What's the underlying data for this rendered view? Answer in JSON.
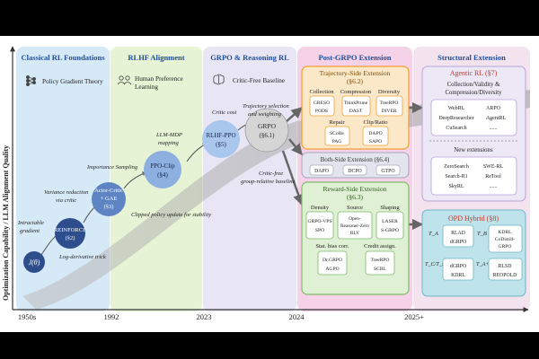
{
  "y_axis_label": "Optimization Capability / LLM Alignment Quality",
  "timeline": [
    "1950s",
    "1992",
    "2023",
    "2024",
    "2025+"
  ],
  "stages": [
    {
      "title": "Classical RL Foundations",
      "subtitle": "Policy Gradient Theory",
      "icon": "network-icon",
      "color": "#d6e9f7"
    },
    {
      "title": "RLHF Alignment",
      "subtitle_lines": [
        "Human Preference",
        "Learning"
      ],
      "icon": "people-icon",
      "color": "#e6f3d4"
    },
    {
      "title": "GRPO & Reasoning RL",
      "subtitle": "Critic-Free Baseline",
      "icon": "brain-icon",
      "color": "#e8e6f5"
    },
    {
      "title": "Post-GRPO Extension",
      "color": "#f6d2e8"
    },
    {
      "title": "Structural Extension",
      "color": "#f3e3ef"
    }
  ],
  "nodes": {
    "j_theta": "J(θ)",
    "reinforce": [
      "REINFORCE",
      "(§2)"
    ],
    "actor_critic": [
      "Actor-Critic",
      "+ GAE",
      "(§3)"
    ],
    "ppo_clip": [
      "PPO-Clip",
      "(§4)"
    ],
    "rlhf_ppo": [
      "RLHF-PPO",
      "(§5)"
    ],
    "grpo": [
      "GRPO",
      "(§6.1)"
    ]
  },
  "annotations": {
    "intractable": [
      "Intractable",
      "gradient"
    ],
    "log_derivative": "Log-derivative trick",
    "variance": [
      "Variance reduction",
      "via critic"
    ],
    "importance": "Importance Sampling",
    "clipped": "Clipped policy update for stability",
    "llm_mdp": [
      "LLM-MDP",
      "mapping"
    ],
    "critic_cost": "Critic cost",
    "traj_selection": [
      "Trajectory selection",
      "and weighting"
    ],
    "critic_free": [
      "Critic-free",
      "group-relative baseline"
    ]
  },
  "trajectory": {
    "title": [
      "Trajectory-Side Extension",
      "(§6.2)"
    ],
    "headers": [
      "Collection",
      "Compression",
      "Diversity",
      "Repair",
      "Clip/Ratio"
    ],
    "items": [
      [
        "GRESO",
        "PODS"
      ],
      [
        "ThinkPrune",
        "DAST"
      ],
      [
        "TreeRPO",
        "DIVER"
      ],
      [
        "SCoRe",
        "PAG"
      ],
      [
        "DAPO",
        "SAPO"
      ]
    ]
  },
  "both_side": {
    "title": "Both-Side Extension (§6.4)",
    "items": [
      "DAPO",
      "DCPO",
      "GTPO"
    ]
  },
  "reward_side": {
    "title": [
      "Reward-Side Extension",
      "(§6.3)"
    ],
    "headers": [
      "Density",
      "Source",
      "Shaping",
      "Stat. bias corr.",
      "Credit assign."
    ],
    "items": [
      [
        "GRPO-VPS",
        "SPO"
      ],
      [
        "Open-",
        "Reasoner-Zero",
        "RLV"
      ],
      [
        "LASER",
        "S-GRPO"
      ],
      [
        "Dr.GRPO",
        "AGPO"
      ],
      [
        "TreeRPO",
        "SCRL"
      ]
    ]
  },
  "agentic": {
    "title": "Agentic RL (§7)",
    "subtitle": [
      "Collection/Validity &",
      "Compression/Diversity"
    ],
    "items": [
      [
        "WebRL",
        "ARPO"
      ],
      [
        "DeepResearcher",
        "AgentRL"
      ],
      [
        "CuSearch",
        "......"
      ]
    ],
    "new_title": "New extensions",
    "new_items": [
      [
        "ZeroSearch",
        "SWE-RL"
      ],
      [
        "Search-R1",
        "ReTool"
      ],
      [
        "SkyRL",
        "......"
      ]
    ]
  },
  "opd": {
    "title": "OPD Hybrid (§8)",
    "cells": [
      {
        "label": "T_A",
        "items": [
          "RLAD",
          "dGRPO"
        ]
      },
      {
        "label": "T_B",
        "items": [
          "KDRL",
          "CoDistill-",
          "GRPO"
        ]
      },
      {
        "label": "T_C/T_n",
        "items": [
          "dGRPO",
          "KDRL"
        ]
      },
      {
        "label": "T_A+B",
        "items": [
          "RLSD",
          "REOPOLD"
        ]
      }
    ]
  },
  "colors": {
    "node_dark": "#2d4d8c",
    "node_mid": "#5f84c4",
    "node_light": "#a9c6ec",
    "trajectory_border": "#f0a030",
    "reward_border": "#7cbc6a",
    "opd_bg": "#bfe3ea",
    "accent_red": "#c0392b",
    "stage_title": "#1f4e9a"
  }
}
